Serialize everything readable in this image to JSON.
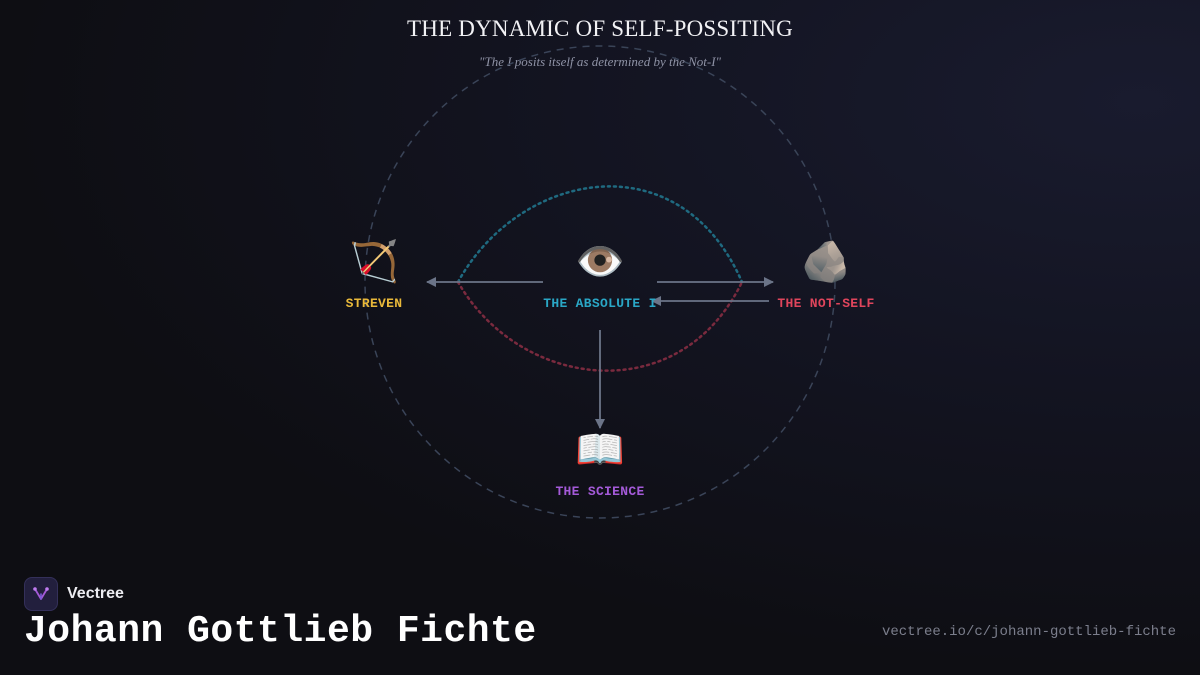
{
  "header": {
    "title": "THE DYNAMIC OF SELF-POSSITING",
    "subtitle": "\"The I posits itself as determined by the Not-I\""
  },
  "nodes": {
    "streven": {
      "label": "STREVEN",
      "emoji": "🏹",
      "color": "#e9b93a"
    },
    "absolute_i": {
      "label": "THE ABSOLUTE I",
      "emoji": "👁️",
      "color": "#2aa7c6"
    },
    "not_self": {
      "label": "THE NOT-SELF",
      "emoji": "🪨",
      "color": "#e0455c"
    },
    "science": {
      "label": "THE SCIENCE",
      "emoji": "📖",
      "color": "#a45ad8"
    }
  },
  "colors": {
    "outer_circle": "#3a4458",
    "upper_arc": "#1f6a80",
    "lower_arc": "#7a2a3e",
    "arrows": "#6b7488"
  },
  "footer": {
    "brand_name": "Vectree",
    "person_name": "Johann Gottlieb Fichte",
    "url": "vectree.io/c/johann-gottlieb-fichte"
  }
}
